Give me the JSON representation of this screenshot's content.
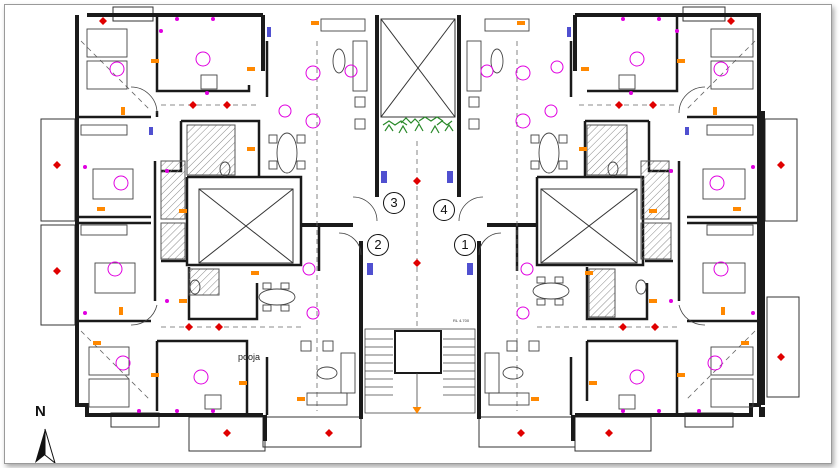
{
  "labels": {
    "unit_1": "1",
    "unit_2": "2",
    "unit_3": "3",
    "unit_4": "4",
    "north": "N",
    "room_note": "pooja",
    "stair_note": "RL 4.700"
  },
  "colors": {
    "wall": "#1a1a1a",
    "light_point": "#e000e0",
    "switch_board": "#ff8800",
    "fan_point": "#e00000",
    "distribution_board": "#4040c0",
    "landscape": "#2a8a2a",
    "hatch": "#888888"
  }
}
